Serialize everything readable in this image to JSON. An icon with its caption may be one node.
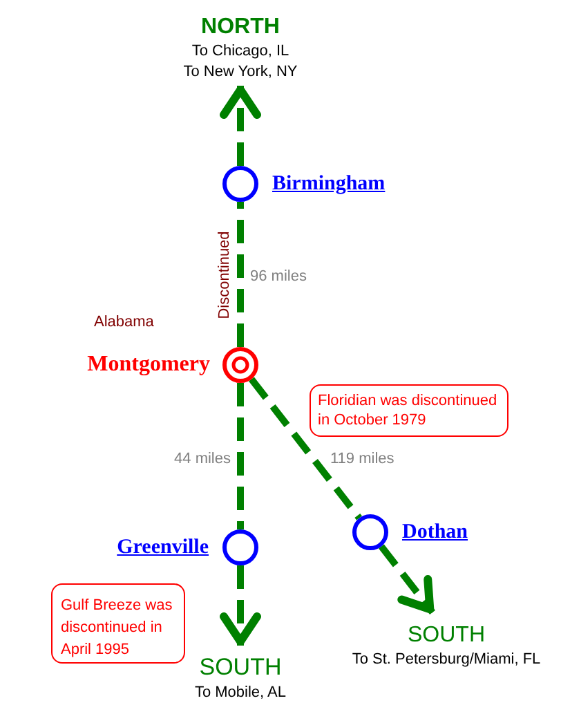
{
  "diagram": {
    "nodes": [
      {
        "text": [
          "NORTH",
          "To Chicago, IL",
          "To New York, NY"
        ]
      },
      {
        "text": [
          "Birmingham"
        ]
      },
      {
        "text": [
          "Montgomery"
        ]
      },
      {
        "text": [
          "Floridian was discontinued in October 1979"
        ]
      },
      {
        "text": [
          "Greenville"
        ]
      },
      {
        "text": [
          "Dothan"
        ]
      },
      {
        "text": [
          "Gulf Breeze was discontinued in April 1995"
        ]
      },
      {
        "text": [
          "SOUTH",
          "To Mobile, AL"
        ]
      },
      {
        "text": [
          "SOUTH",
          "To St. Petersburg/Miami, FL"
        ]
      }
    ],
    "edges": [
      {
        "from": 1,
        "to": 0,
        "arrow": "to",
        "style": "dashed"
      },
      {
        "from": 2,
        "to": 1,
        "arrow": "none",
        "label": "96 miles",
        "style": "dashed"
      },
      {
        "from": 2,
        "to": 4,
        "arrow": "none",
        "label": "44 miles",
        "style": "dashed"
      },
      {
        "from": 2,
        "to": 5,
        "arrow": "none",
        "label": "119 miles",
        "style": "dashed"
      },
      {
        "from": 4,
        "to": 7,
        "arrow": "to",
        "style": "dashed"
      },
      {
        "from": 5,
        "to": 8,
        "arrow": "to",
        "style": "dashed"
      }
    ],
    "labels": [
      "Discontinued",
      "Alabama"
    ]
  }
}
